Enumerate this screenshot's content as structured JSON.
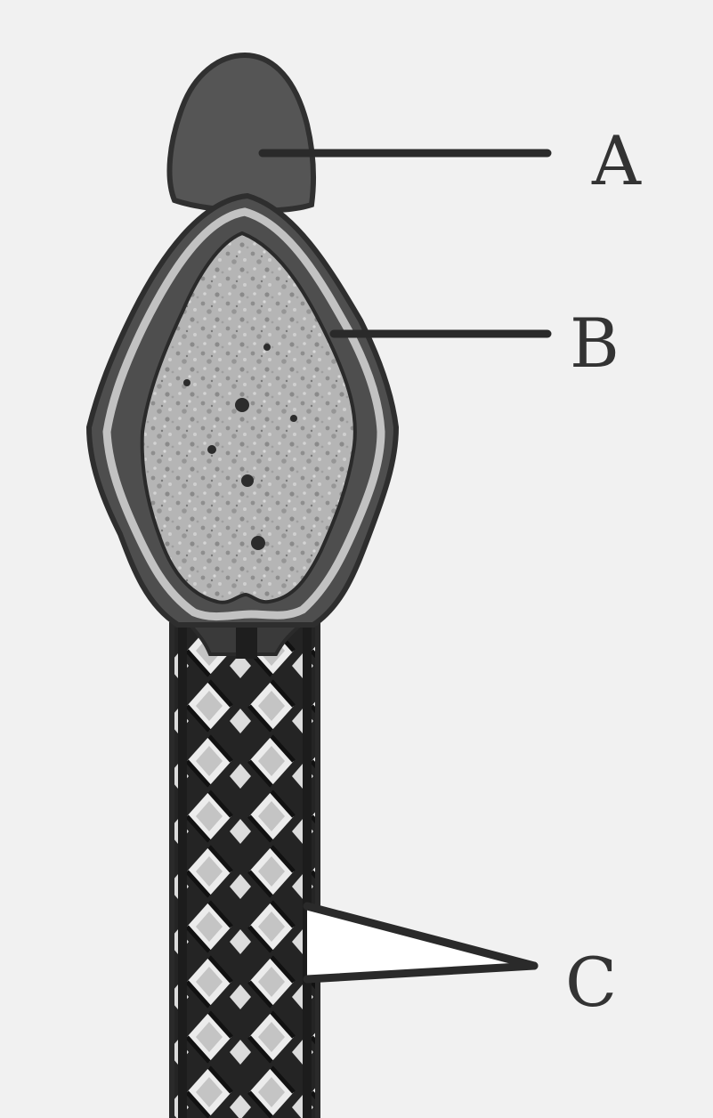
{
  "diagram": {
    "labels": {
      "a": "A",
      "b": "B",
      "c": "C"
    },
    "colors": {
      "background": "#f1f1f1",
      "acrosome": "#555555",
      "outline": "#2e2e2e",
      "membrane": "#bdbdbd",
      "nucleus": "#b3b3b3",
      "tail_dark": "#262626",
      "tail_light": "#e6e6e6"
    }
  }
}
